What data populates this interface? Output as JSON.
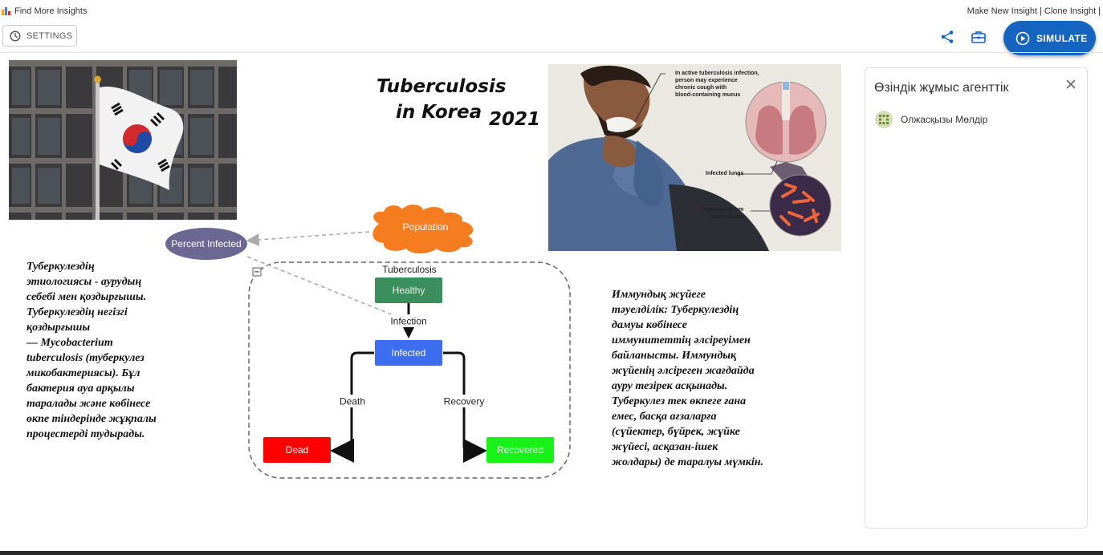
{
  "app": {
    "title": "Find More Insights"
  },
  "top_links": {
    "make_new": "Make New Insight",
    "clone": "Clone Insight",
    "trailing": "|"
  },
  "toolbar": {
    "settings_label": "SETTINGS",
    "simulate_label": "SIMULATE"
  },
  "canvas": {
    "title_line1": "Tuberculosis",
    "title_line2": "in Korea",
    "title_year": "2021",
    "left_text": [
      "Туберкулездің",
      "этиологиясы - аурудың",
      "себебі мен қоздырғышы.",
      "Туберкулездің негізгі",
      "қоздырғышы",
      "— Mycobacterium",
      "tuberculosis (туберкулез",
      "микобактериясы). Бұл",
      "бактерия ауа арқылы",
      "таралады және көбінесе",
      "өкпе тіндерінде жұқпалы",
      "процестерді тудырады."
    ],
    "right_text": [
      "Иммундық жүйеге",
      "тәуелділік: Туберкулездің",
      "дамуы көбінесе",
      "иммунитеттің әлсіреуімен",
      "байланысты. Иммундық",
      "жүйенің әлсіреген жағдайда",
      "ауру тезірек асқынады.",
      "Туберкулез тек өкпеге ғана",
      "емес, басқа ағзаларға",
      "(сүйектер, бүйрек, жүйке",
      "жүйесі, асқазан-ішек",
      "жолдары) де таралуы мүмкін."
    ],
    "illustration": {
      "cough_note": [
        "In active tuberculosis infection,",
        "person may experience",
        "chronic cough  with",
        "blood-containing mucus"
      ],
      "lungs_label": "Infected lungs",
      "bacteria_label": [
        "Mycobacterium",
        "tuberculosis"
      ]
    }
  },
  "diagram": {
    "population": "Population",
    "percent_infected": "Percent Infected",
    "folder_label": "Tuberculosis",
    "collapse_symbol": "−",
    "states": {
      "healthy": "Healthy",
      "infected": "Infected",
      "dead": "Dead",
      "recovered": "Recovered"
    },
    "transitions": {
      "infection": "Infection",
      "death": "Death",
      "recovery": "Recovery"
    }
  },
  "agent_panel": {
    "title": "Өзіндік жұмыс агенттік",
    "agents": [
      {
        "name": "Олжасқызы Мөлдір"
      }
    ]
  },
  "colors": {
    "simulate": "#1565c0",
    "population": "#f57c1f",
    "percent_infected": "#6b6893",
    "healthy": "#3b8f5f",
    "infected": "#3d6ef0",
    "dead": "#ff0000",
    "recovered": "#17f317"
  }
}
